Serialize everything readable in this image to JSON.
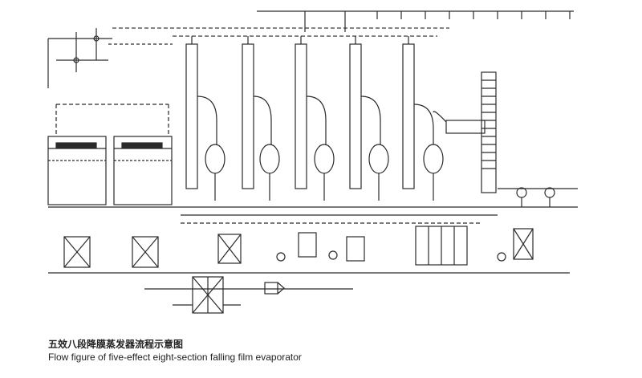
{
  "figure": {
    "caption_zh": "五效八段降膜蒸发器流程示意图",
    "caption_en": "Flow figure of five-effect eight-section falling film evaporator"
  },
  "colors": {
    "line": "#2a2a2a",
    "dash": "#3a3a3a",
    "background": "#ffffff"
  },
  "diagram": {
    "effect_count": 5,
    "section_count": 8,
    "components": [
      "falling-film-effect-1",
      "falling-film-effect-2",
      "falling-film-effect-3",
      "falling-film-effect-4",
      "falling-film-effect-5",
      "surface-condenser",
      "feed-tank-left",
      "feed-tank-right",
      "pump-unit",
      "heater-bundle"
    ]
  }
}
